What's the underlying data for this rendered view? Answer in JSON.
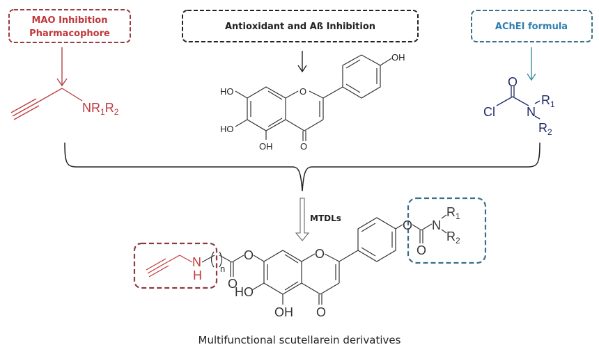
{
  "colors": {
    "mao": "#c0393b",
    "mao_box": "#9b3a3e",
    "antioxidant": "#222222",
    "achei_text": "#2e7fb0",
    "achei_box": "#3a6f8a",
    "achei_structure": "#1f2a6b",
    "black": "#222222"
  },
  "boxes": {
    "mao": {
      "line1": "MAO Inhibition",
      "line2": "Pharmacophore"
    },
    "antioxidant": {
      "label": "Antioxidant  and  Aß Inhibition"
    },
    "achei": {
      "label": "AChEI formula"
    }
  },
  "structures": {
    "mao_fragment": {
      "amine": "NR",
      "sub1": "1",
      "r2": "R",
      "sub2": "2"
    },
    "scutellarein": {
      "ho_top": "HO",
      "ho_mid": "HO",
      "oh_bottom": "OH",
      "ring_o": "O",
      "carbonyl_o": "O",
      "oh_phenyl": "OH"
    },
    "carbamoyl_chloride": {
      "cl": "Cl",
      "o": "O",
      "n": "N",
      "r1": "R",
      "r1_sub": "1",
      "r2": "R",
      "r2_sub": "2"
    },
    "derivative": {
      "nh_n": "N",
      "nh_h": "H",
      "n_index": "n",
      "ester_o": "O",
      "ester_carbonyl_o": "O",
      "ring_o": "O",
      "ho": "HO",
      "oh": "OH",
      "carbonyl_o": "O",
      "phenyl_o": "O",
      "carbamate_o": "O",
      "carbamate_n": "N",
      "r1": "R",
      "r1_sub": "1",
      "r2": "R",
      "r2_sub": "2"
    }
  },
  "arrow_label": "MTDLs",
  "caption": "Multifunctional scutellarein derivatives"
}
